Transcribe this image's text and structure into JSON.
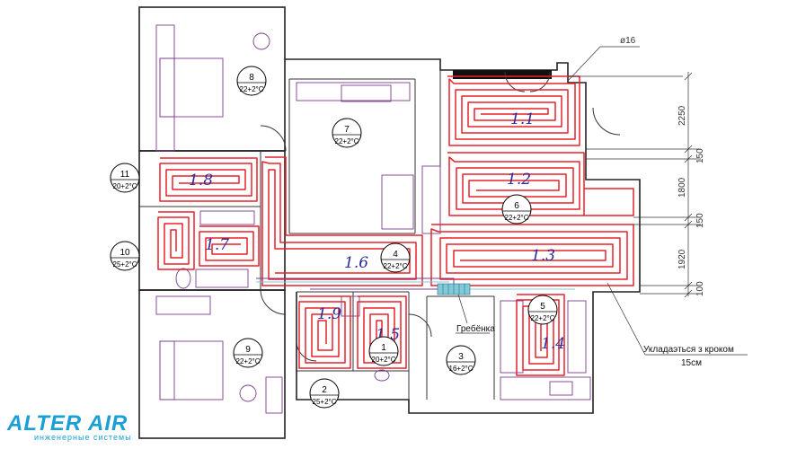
{
  "rooms": [
    {
      "num": "8",
      "temp": "22+2°C"
    },
    {
      "num": "7",
      "temp": "22+2°C"
    },
    {
      "num": "6",
      "temp": "22+2°C"
    },
    {
      "num": "11",
      "temp": "20+2°C"
    },
    {
      "num": "10",
      "temp": "25+2°C"
    },
    {
      "num": "4",
      "temp": "22+2°C"
    },
    {
      "num": "5",
      "temp": "22+2°C"
    },
    {
      "num": "9",
      "temp": "22+2°C"
    },
    {
      "num": "3",
      "temp": "16+2°C"
    },
    {
      "num": "2",
      "temp": "25+2°C"
    },
    {
      "num": "1",
      "temp": "20+2°C"
    }
  ],
  "zones": [
    "1.1",
    "1.2",
    "1.3",
    "1.4",
    "1.5",
    "1.6",
    "1.7",
    "1.8",
    "1.9"
  ],
  "dimensions": {
    "d2250": "2250",
    "d150a": "150",
    "d1800": "1800",
    "d150b": "150",
    "d1920": "1920",
    "d100": "100",
    "pipe_diameter": "ø16"
  },
  "labels": {
    "manifold": "Гребёнка",
    "note_line1": "Укладаэться з кроком",
    "note_line2": "15см"
  },
  "logo": {
    "brand": "ALTER AIR",
    "tagline": "инженерные системы"
  },
  "colors": {
    "pipe": "#e8202a",
    "zone_label": "#2a2a9a",
    "furniture": "#7a3d8c",
    "brand": "#1aa0d6"
  }
}
